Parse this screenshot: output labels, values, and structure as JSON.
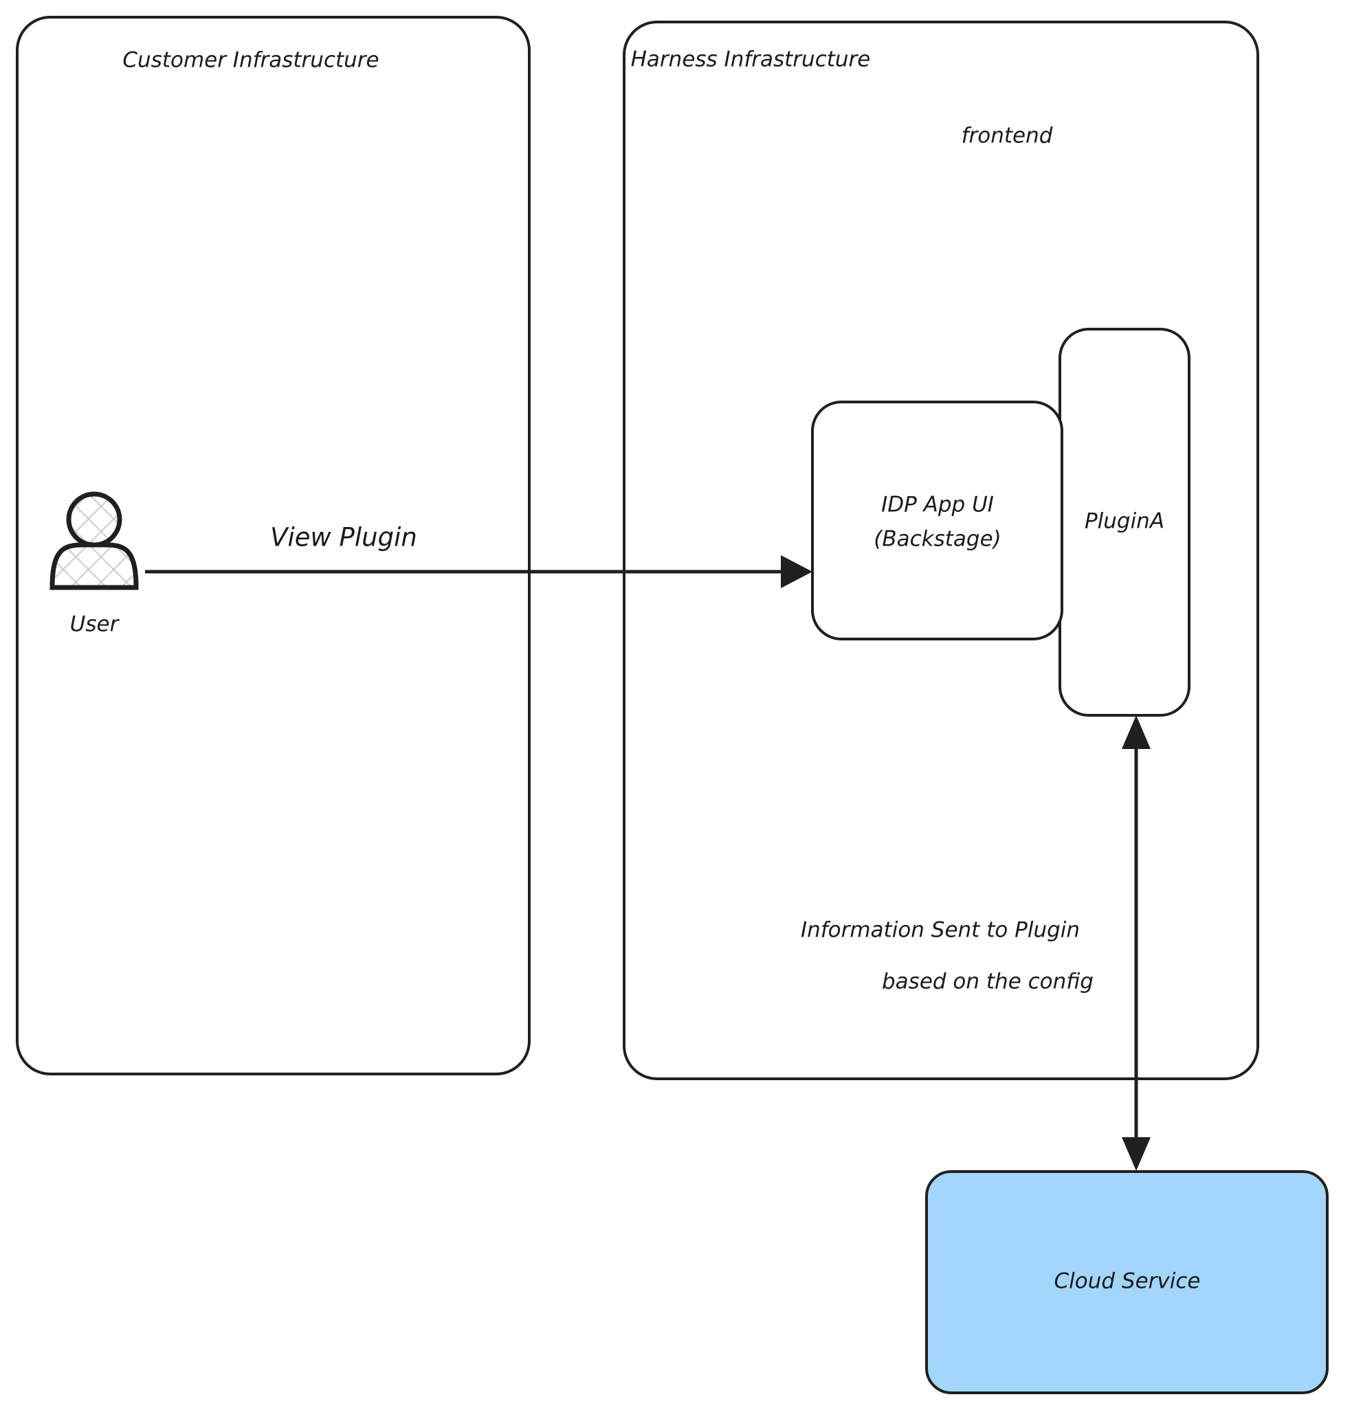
{
  "diagram": {
    "type": "architecture-flow",
    "background_color": "#ffffff",
    "stroke_color": "#1f1f1f",
    "groups": [
      {
        "id": "customer-infrastructure",
        "label": "Customer Infrastructure"
      },
      {
        "id": "harness-infrastructure",
        "label": "Harness Infrastructure",
        "sub_label": "frontend"
      }
    ],
    "actors": [
      {
        "id": "user",
        "label": "User",
        "icon": "user-actor-icon"
      }
    ],
    "nodes": [
      {
        "id": "idp-app-ui",
        "label_line1": "IDP App UI",
        "label_line2": "(Backstage)",
        "fill": "#ffffff"
      },
      {
        "id": "plugin-a",
        "label": "PluginA",
        "fill": "#ffffff"
      },
      {
        "id": "cloud-service",
        "label": "Cloud Service",
        "fill": "#a3d6fd"
      }
    ],
    "edges": [
      {
        "id": "user-to-idp",
        "label": "View Plugin",
        "from": "user",
        "to": "idp-app-ui",
        "direction": "one-way"
      },
      {
        "id": "plugin-to-cloud",
        "label_line1": "Information Sent to Plugin",
        "label_line2": "based on the config",
        "from": "plugin-a",
        "to": "cloud-service",
        "direction": "two-way"
      }
    ]
  }
}
